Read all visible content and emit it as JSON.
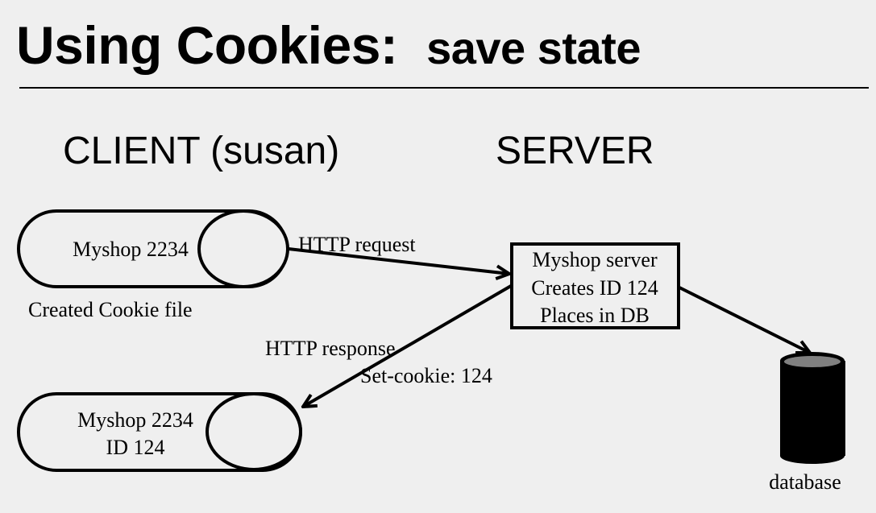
{
  "title": {
    "main": "Using Cookies:",
    "sub": "save state"
  },
  "client_heading": "CLIENT (susan)",
  "server_heading": "SERVER",
  "cookie_file_1": {
    "text": "Myshop 2234",
    "caption": "Created Cookie file"
  },
  "cookie_file_2": {
    "line1": "Myshop 2234",
    "line2": "ID 124"
  },
  "request_label": "HTTP request",
  "response_label": "HTTP response",
  "set_cookie_label": "Set-cookie: 124",
  "server_box": {
    "line1": "Myshop server",
    "line2": "Creates ID 124",
    "line3": "Places in DB"
  },
  "database_label": "database",
  "colors": {
    "background": "#efefef",
    "stroke": "#000000",
    "db_top": "#808080"
  }
}
